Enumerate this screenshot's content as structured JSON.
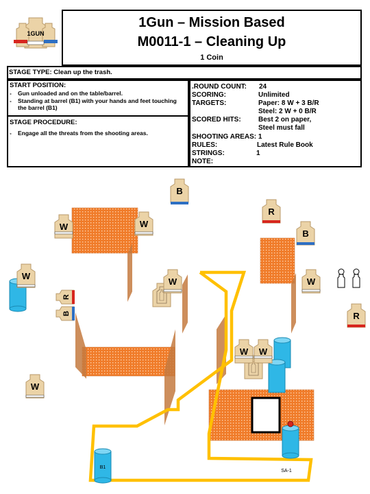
{
  "header": {
    "logo_text": "1GUN",
    "title_line1": "1Gun – Mission Based",
    "title_line2": "M0011-1 – Cleaning Up",
    "coins": "1 Coin"
  },
  "stage_type": {
    "label": "STAGE TYPE:",
    "value": "Clean up the trash."
  },
  "start_position": {
    "label": "START POSITION:",
    "items": [
      "Gun unloaded and on the table/barrel.",
      "Standing at barrel (B1) with your hands and feet touching the barrel (B1)"
    ]
  },
  "stage_procedure": {
    "label": "STAGE PROCEDURE:",
    "items": [
      "Engage all the threats from the shooting areas."
    ]
  },
  "details": {
    "round_count_label": ".ROUND COUNT:",
    "round_count_value": "24",
    "scoring_label": "SCORING:",
    "scoring_value": "Unlimited",
    "targets_label": "TARGETS:",
    "targets_paper": "Paper: 8 W + 3 B/R",
    "targets_steel": "Steel:  2 W + 0 B/R",
    "scored_hits_label": "SCORED HITS:",
    "scored_hits_line1": "Best 2 on paper,",
    "scored_hits_line2": "Steel must fall",
    "shooting_areas_label": "SHOOTING AREAS:",
    "shooting_areas_value": "1",
    "rules_label": "RULES:",
    "rules_value": "Latest Rule Book",
    "strings_label": "STRINGS:",
    "strings_value": "1",
    "note_label": "NOTE:"
  },
  "diagram": {
    "target_letters": [
      "B",
      "R",
      "B",
      "W",
      "W",
      "W",
      "W",
      "W",
      "R",
      "B",
      "W",
      "W",
      "W",
      "R"
    ],
    "barrel_label": "B1",
    "area_label": "SA-1"
  },
  "colors": {
    "target_tan": "#ebd3a7",
    "target_edge": "#b99a6a",
    "wall_orange": "#f07c2a",
    "fault_line": "#ffc000",
    "barrel_blue": "#2fb7e6",
    "steel_white": "#ffffff",
    "band_red": "#d7261e",
    "band_blue": "#2e6fc3",
    "band_white": "#ffffff",
    "panel_brown": "#c47a3f"
  }
}
